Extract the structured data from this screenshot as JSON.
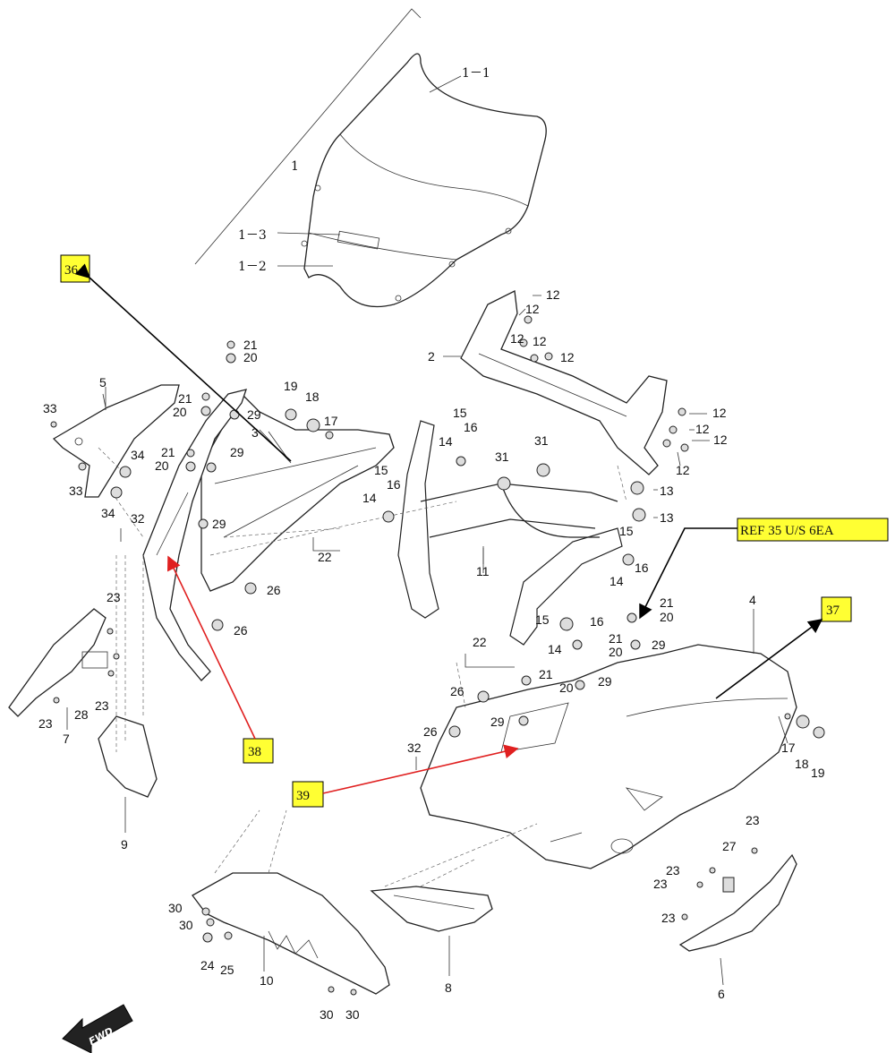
{
  "callouts": {
    "c36": "36",
    "c37": "37",
    "c38": "38",
    "c39": "39",
    "ref": "REF 35   U/S 6EA"
  },
  "labels": {
    "p1": "1",
    "p1_1": "1－1",
    "p1_2": "1－2",
    "p1_3": "1－3",
    "p2": "2",
    "p3": "3",
    "p4": "4",
    "p5": "5",
    "p6": "6",
    "p7": "7",
    "p8": "8",
    "p9": "9",
    "p10": "10",
    "p11": "11",
    "p12": "12",
    "p13": "13",
    "p14": "14",
    "p15": "15",
    "p16": "16",
    "p17": "17",
    "p18": "18",
    "p19": "19",
    "p20": "20",
    "p21": "21",
    "p22": "22",
    "p23": "23",
    "p24": "24",
    "p25": "25",
    "p26": "26",
    "p27": "27",
    "p28": "28",
    "p29": "29",
    "p30": "30",
    "p31": "31",
    "p32": "32",
    "p33": "33",
    "p34": "34"
  },
  "fwd": "FWD",
  "colors": {
    "callout_fill": "#ffff33",
    "red_arrow": "#e02020",
    "black_arrow": "#000000"
  }
}
